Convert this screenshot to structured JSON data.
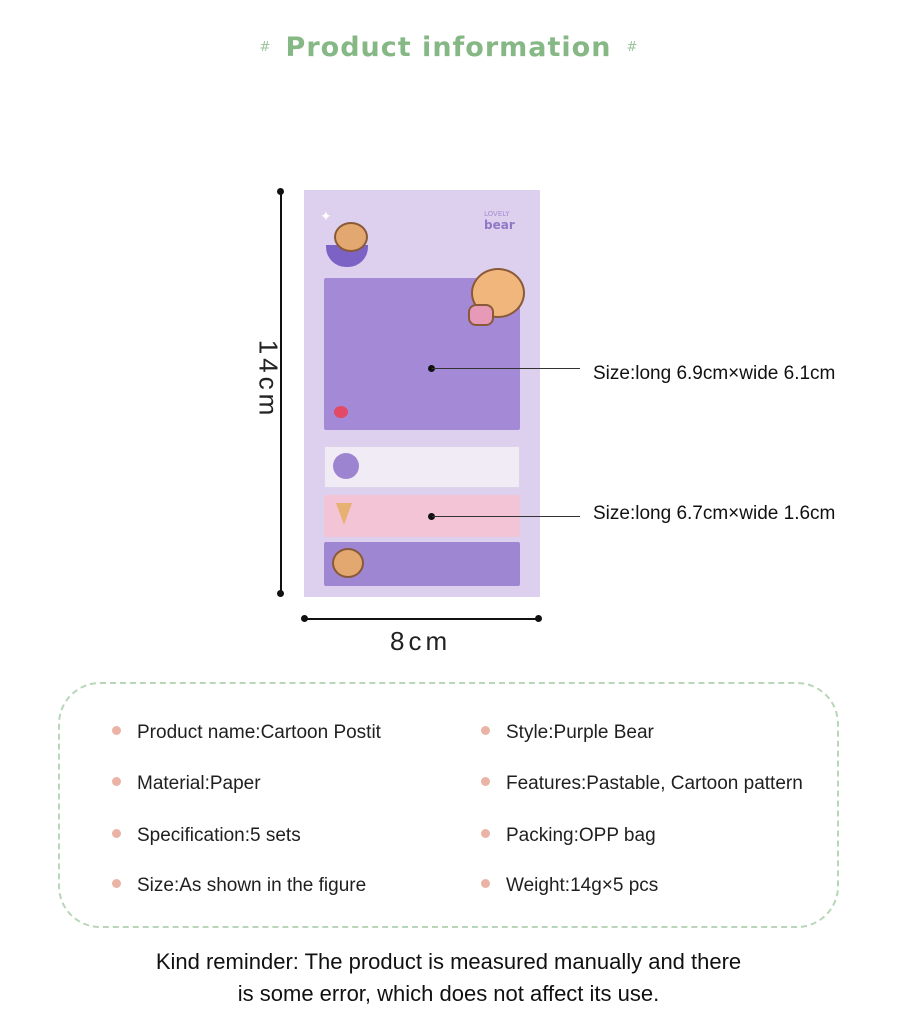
{
  "title": "Product information",
  "title_hash": "#",
  "product": {
    "brand_small": "LOVELY",
    "brand": "bear"
  },
  "dimensions": {
    "height": "14cm",
    "width": "8cm"
  },
  "size_labels": {
    "large": "Size:long 6.9cm×wide 6.1cm",
    "strip": "Size:long 6.7cm×wide 1.6cm"
  },
  "info": {
    "left": [
      "Product name:Cartoon Postit",
      "Material:Paper",
      "Specification:5 sets",
      "Size:As shown in the figure"
    ],
    "right": [
      "Style:Purple Bear",
      "Features:Pastable, Cartoon pattern",
      "Packing:OPP bag",
      "Weight:14g×5 pcs"
    ]
  },
  "reminder": {
    "line1": "Kind reminder: The product is measured manually and there",
    "line2": "is some error, which does not affect its use."
  },
  "colors": {
    "title_green": "#86b886",
    "card_lavender": "#ddd0ee",
    "sticky_purple": "#a48ad6",
    "sticky_pink": "#f2c4d6",
    "bullet_peach": "#eab3a6",
    "dash_green": "#b9d7b8"
  }
}
